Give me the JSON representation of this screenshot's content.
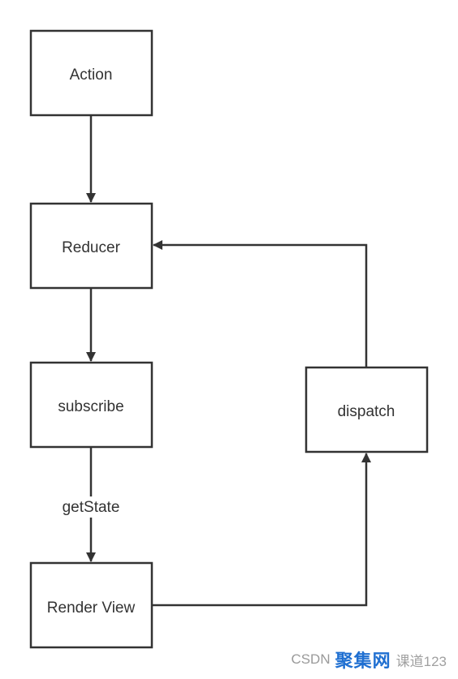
{
  "nodes": {
    "action": {
      "label": "Action"
    },
    "reducer": {
      "label": "Reducer"
    },
    "subscribe": {
      "label": "subscribe"
    },
    "render_view": {
      "label": "Render View"
    },
    "dispatch": {
      "label": "dispatch"
    }
  },
  "edges": {
    "get_state_label": "getState"
  },
  "watermark": {
    "csdn": "CSDN",
    "brand": "聚集网",
    "author": "课道123"
  },
  "colors": {
    "stroke": "#333333",
    "text": "#333333",
    "background": "#ffffff"
  }
}
